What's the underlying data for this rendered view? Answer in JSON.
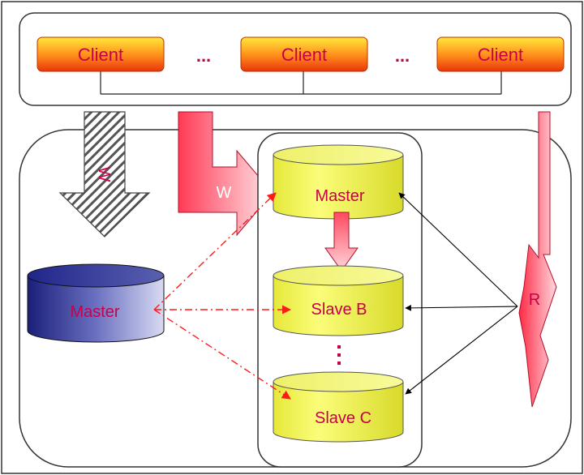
{
  "colors": {
    "label": "#c8004a",
    "client_gradient_top": "#ffea3a",
    "client_gradient_bottom": "#e8400a",
    "slave_cylinder": "#f4f75a",
    "master_cylinder_blue": "#2a2f8c",
    "arrow_red": "#ff5a6a",
    "dashdot_red": "#ff2a2a"
  },
  "clients": {
    "labels": [
      "Client",
      "Client",
      "Client"
    ],
    "ellipsis": [
      "...",
      "..."
    ]
  },
  "arrows": {
    "write_label": "W",
    "read_label": "R",
    "hatched_label": "W"
  },
  "cylinders": {
    "master_top": "Master",
    "slave_b": "Slave B",
    "slave_c": "Slave C",
    "master_blue": "Master"
  },
  "vertical_dots": ":"
}
